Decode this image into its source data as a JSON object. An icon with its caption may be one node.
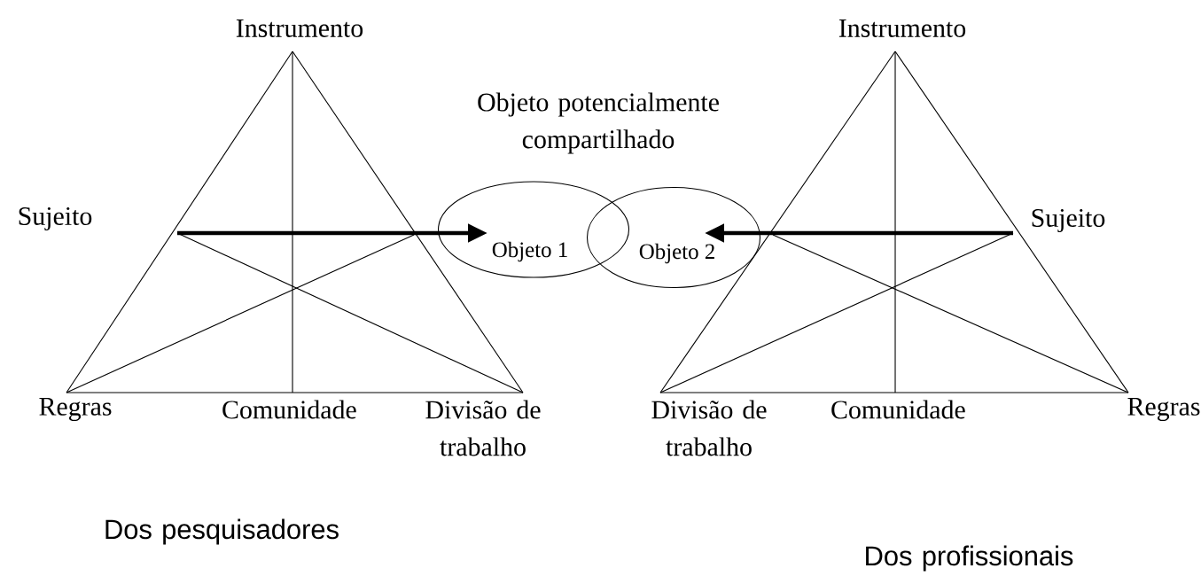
{
  "diagram": {
    "nodes": [
      {
        "text": [
          "Instrumento"
        ]
      },
      {
        "text": [
          "Sujeito"
        ]
      },
      {
        "text": [
          "Regras"
        ]
      },
      {
        "text": [
          "Comunidade"
        ]
      },
      {
        "text": [
          "Divisão de trabalho"
        ]
      },
      {
        "text": [
          "Objeto 1"
        ]
      },
      {
        "text": [
          "Instrumento"
        ]
      },
      {
        "text": [
          "Sujeito"
        ]
      },
      {
        "text": [
          "Divisão de trabalho"
        ]
      },
      {
        "text": [
          "Comunidade"
        ]
      },
      {
        "text": [
          "Regras"
        ]
      },
      {
        "text": [
          "Objeto 2"
        ]
      }
    ],
    "edges": [
      {
        "from": 0,
        "to": 2,
        "arrow": "none"
      },
      {
        "from": 0,
        "to": 4,
        "arrow": "none"
      },
      {
        "from": 2,
        "to": 3,
        "arrow": "none"
      },
      {
        "from": 3,
        "to": 4,
        "arrow": "none"
      },
      {
        "from": 0,
        "to": 3,
        "arrow": "none"
      },
      {
        "from": 1,
        "to": 4,
        "arrow": "none"
      },
      {
        "from": 2,
        "to": null,
        "arrow": "none"
      },
      {
        "from": 1,
        "to": 5,
        "arrow": "to",
        "style": "thick"
      },
      {
        "from": 6,
        "to": 8,
        "arrow": "none"
      },
      {
        "from": 6,
        "to": 10,
        "arrow": "none"
      },
      {
        "from": 8,
        "to": 9,
        "arrow": "none"
      },
      {
        "from": 9,
        "to": 10,
        "arrow": "none"
      },
      {
        "from": 6,
        "to": 9,
        "arrow": "none"
      },
      {
        "from": 7,
        "to": 8,
        "arrow": "none"
      },
      {
        "from": 10,
        "to": 11,
        "arrow": "none"
      },
      {
        "from": 7,
        "to": 11,
        "arrow": "to",
        "style": "thick"
      }
    ],
    "labels": [
      "Objeto potencialmente compartilhado",
      "Dos pesquisadores",
      "Dos profissionais"
    ]
  }
}
